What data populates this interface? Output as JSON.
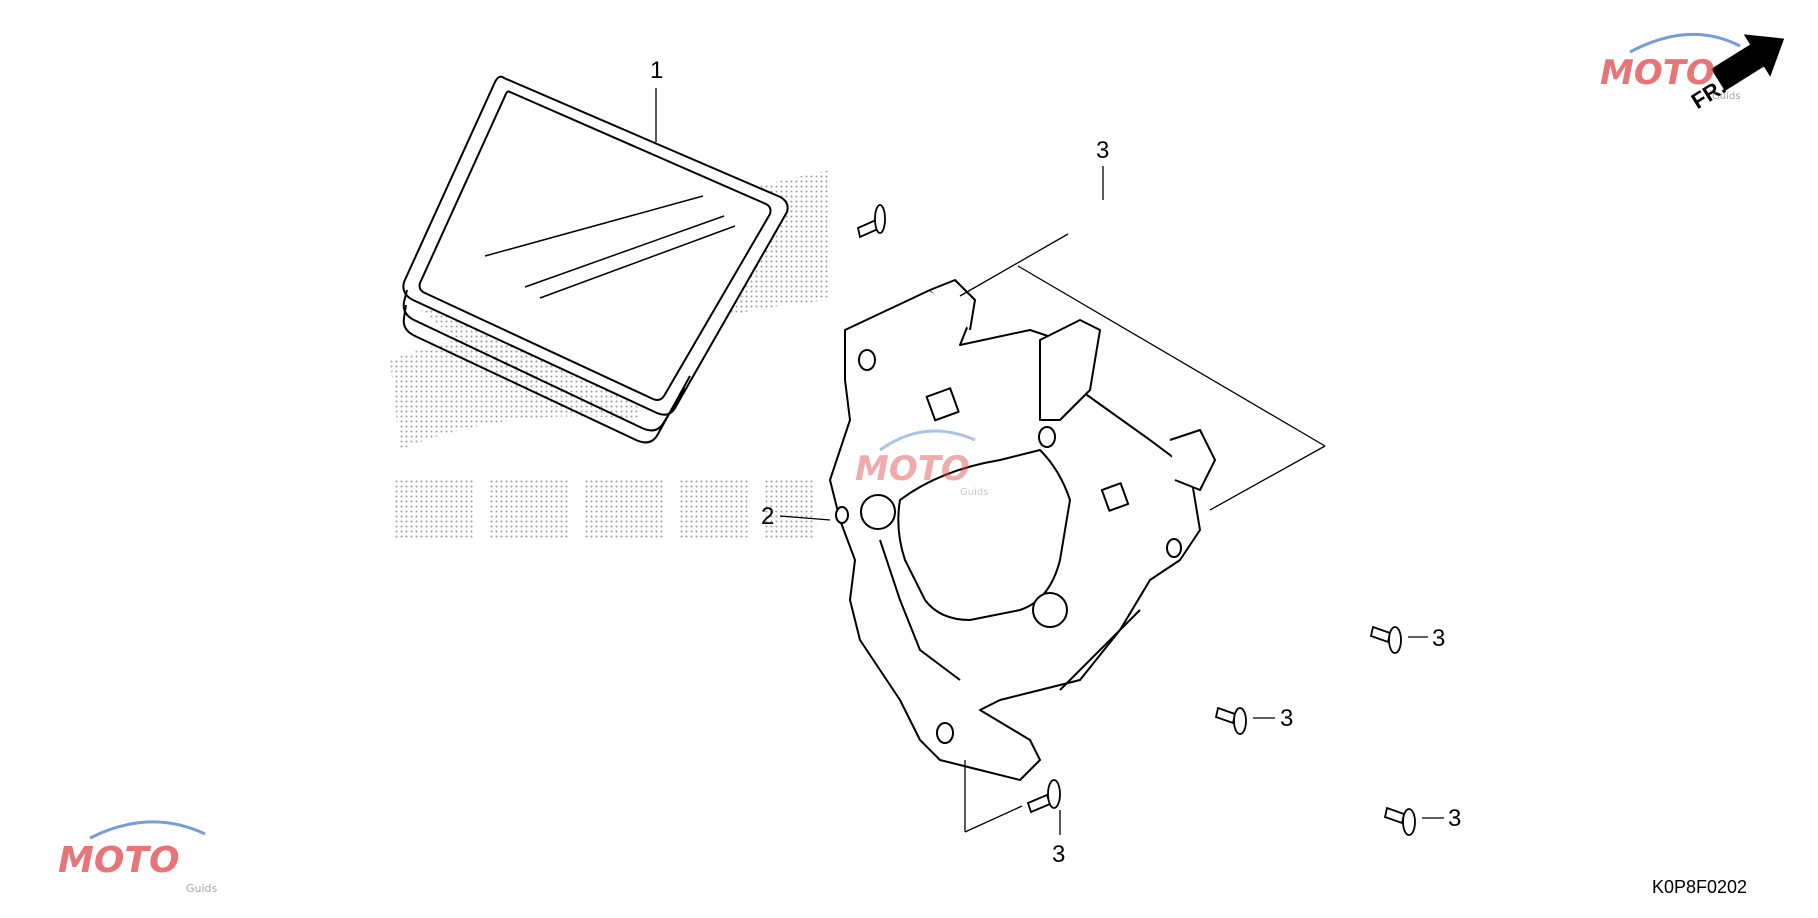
{
  "diagram": {
    "callouts": {
      "part1": "1",
      "part2": "2",
      "screw_top": "3",
      "screw_right_a": "3",
      "screw_right_b": "3",
      "screw_right_c": "3",
      "screw_bottom": "3"
    },
    "diagram_code": "K0P8F0202",
    "front_indicator": "FR.",
    "watermark": {
      "text": "MOTO",
      "subtext": "Guids",
      "red": "#e0474c",
      "blue": "#4a7bd0",
      "grey": "#888888"
    }
  }
}
